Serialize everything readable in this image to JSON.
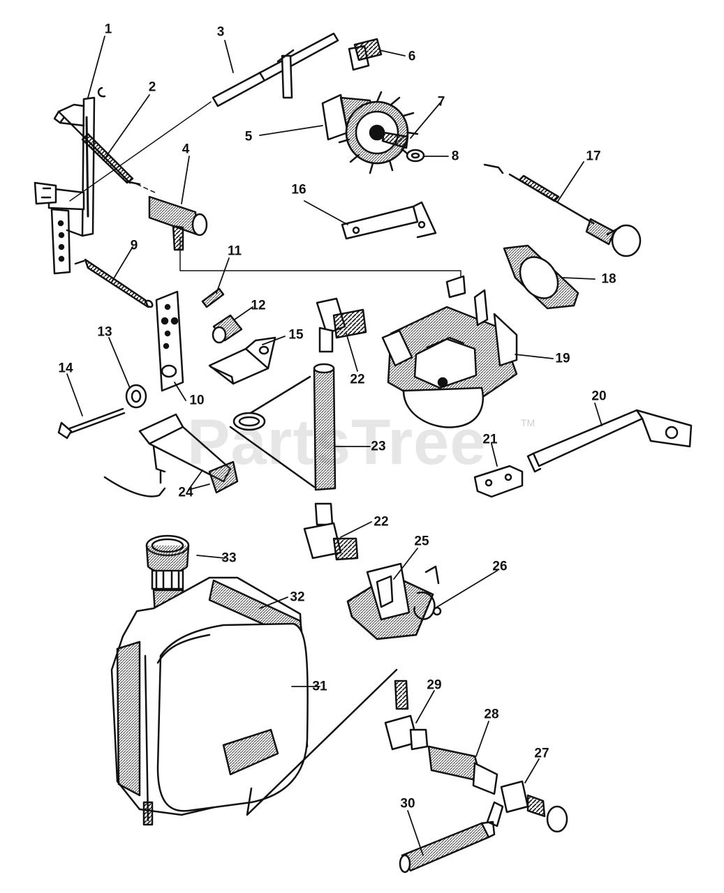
{
  "watermark": {
    "text": "PartsTree",
    "trademark": "TM"
  },
  "callouts": {
    "c1": "1",
    "c2": "2",
    "c3": "3",
    "c4": "4",
    "c5": "5",
    "c6": "6",
    "c7": "7",
    "c8": "8",
    "c9": "9",
    "c10": "10",
    "c11": "11",
    "c12": "12",
    "c13": "13",
    "c14": "14",
    "c15": "15",
    "c16": "16",
    "c17": "17",
    "c18": "18",
    "c19": "19",
    "c20": "20",
    "c21": "21",
    "c22a": "22",
    "c22b": "22",
    "c23": "23",
    "c24": "24",
    "c25": "25",
    "c26": "26",
    "c27": "27",
    "c28": "28",
    "c29": "29",
    "c30": "30",
    "c31": "31",
    "c32": "32",
    "c33": "33"
  },
  "colors": {
    "ink": "#111111",
    "hatch": "#555555",
    "watermark": "#e6e6e6"
  }
}
